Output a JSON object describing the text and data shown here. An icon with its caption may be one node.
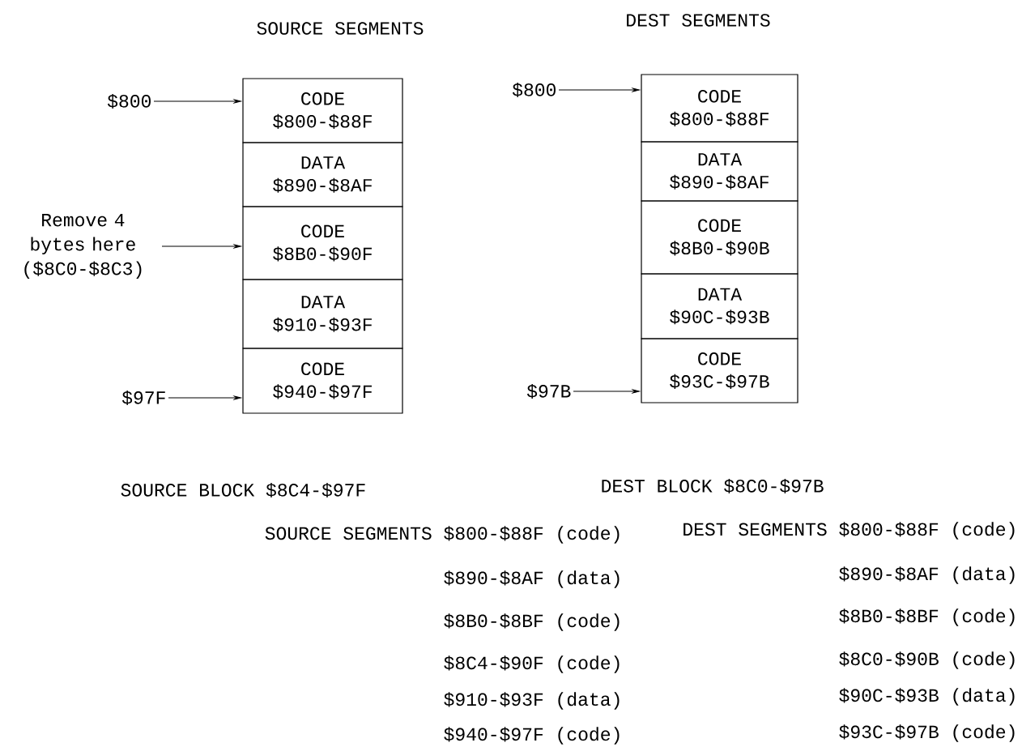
{
  "diagram": {
    "nodes": [
      {
        "text": [
          "CODE",
          "$800-$88F"
        ]
      },
      {
        "text": [
          "DATA",
          "$890-$8AF"
        ]
      },
      {
        "text": [
          "CODE",
          "$8B0-$90F"
        ]
      },
      {
        "text": [
          "DATA",
          "$910-$93F"
        ]
      },
      {
        "text": [
          "CODE",
          "$940-$97F"
        ]
      },
      {
        "text": [
          "CODE",
          "$800-$88F"
        ]
      },
      {
        "text": [
          "DATA",
          "$890-$8AF"
        ]
      },
      {
        "text": [
          "CODE",
          "$8B0-$90B"
        ]
      },
      {
        "text": [
          "DATA",
          "$90C-$93B"
        ]
      },
      {
        "text": [
          "CODE",
          "$93C-$97B"
        ]
      },
      {
        "text": [
          "$800"
        ]
      },
      {
        "text": [
          "Remove 4 bytes here ($8C0-$8C3)"
        ]
      },
      {
        "text": [
          "$97F"
        ]
      },
      {
        "text": [
          "$800"
        ]
      },
      {
        "text": [
          "$97B"
        ]
      }
    ],
    "edges": [
      {
        "from": 10,
        "to": 0,
        "arrow": "to"
      },
      {
        "from": 11,
        "to": 2,
        "arrow": "to"
      },
      {
        "from": 12,
        "to": 4,
        "arrow": "to"
      },
      {
        "from": 13,
        "to": 5,
        "arrow": "to"
      },
      {
        "from": 14,
        "to": 9,
        "arrow": "to"
      }
    ],
    "labels": [
      "SOURCE SEGMENTS",
      "DEST SEGMENTS",
      "SOURCE BLOCK $8C4-$97F",
      "DEST BLOCK $8C0-$97B",
      "SOURCE SEGMENTS $800-$88F (code)",
      "DEST SEGMENTS $800-$88F (code)",
      "$890-$8AF (data)",
      "$890-$8AF (data)",
      "$8B0-$8BF (code)",
      "$8B0-$8BF (code)",
      "$8C4-$90F (code)",
      "$8C0-$90B (code)",
      "$910-$93F (data)",
      "$90C-$93B (data)",
      "$940-$97F (code)",
      "$93C-$97B (code)"
    ]
  }
}
